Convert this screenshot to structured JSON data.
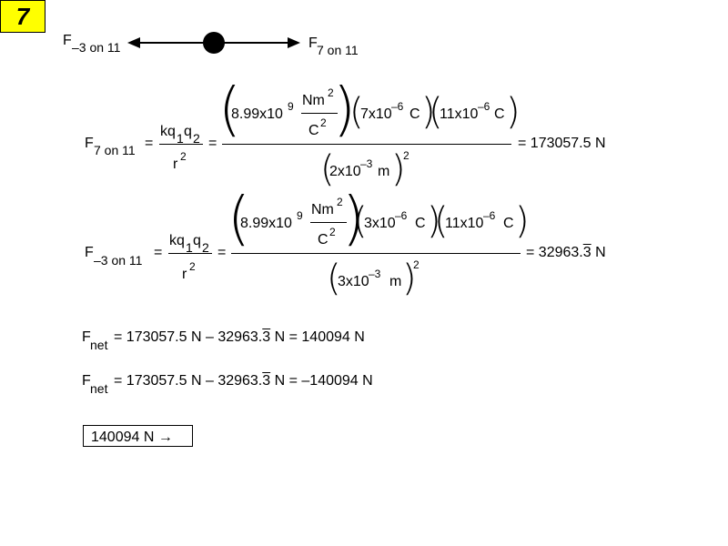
{
  "badge": {
    "number": "7"
  },
  "diagram": {
    "left_label_main": "F",
    "left_label_sub": "–3 on 11",
    "right_label_main": "F",
    "right_label_sub": "7 on 11"
  },
  "eq1": {
    "lhs_main": "F",
    "lhs_sub": "7 on 11",
    "eq_sign": "=",
    "kq_main": "kq",
    "kq_sub1": "1",
    "kq_q": "q",
    "kq_sub2": "2",
    "r_main": "r",
    "r_sup": "2",
    "k_value": "8.99x10",
    "k_exp": "9",
    "unit_num": "Nm",
    "unit_num_sup": "2",
    "unit_den": "C",
    "unit_den_sup": "2",
    "q1_base": "7x10",
    "q1_exp": "–6",
    "q1_unit": "C",
    "q2_base": "11x10",
    "q2_exp": "–6",
    "q2_unit": "C",
    "d_base": "2x10",
    "d_exp": "–3",
    "d_unit": "m",
    "d_sq": "2",
    "result": "= 173057.5 N"
  },
  "eq2": {
    "lhs_main": "F",
    "lhs_sub": "–3 on 11",
    "eq_sign": "=",
    "kq_main": "kq",
    "kq_sub1": "1",
    "kq_q": "q",
    "kq_sub2": "2",
    "r_main": "r",
    "r_sup": "2",
    "k_value": "8.99x10",
    "k_exp": "9",
    "unit_num": "Nm",
    "unit_num_sup": "2",
    "unit_den": "C",
    "unit_den_sup": "2",
    "q1_base": "3x10",
    "q1_exp": "–6",
    "q1_unit": "C",
    "q2_base": "11x10",
    "q2_exp": "–6",
    "q2_unit": "C",
    "d_base": "3x10",
    "d_exp": "–3",
    "d_unit": "m",
    "d_sq": "2",
    "result_pre": "= 32963.",
    "result_rep": "3",
    "result_post": " N"
  },
  "net1": {
    "main": "F",
    "sub": "net",
    "expr_pre": "= 173057.5 N – 32963.",
    "expr_rep": "3",
    "expr_post": " N = 140094 N"
  },
  "net2": {
    "main": "F",
    "sub": "net",
    "expr_pre": "= 173057.5 N – 32963.",
    "expr_rep": "3",
    "expr_post": " N = –140094 N"
  },
  "answer": {
    "text": "140094 N →"
  }
}
